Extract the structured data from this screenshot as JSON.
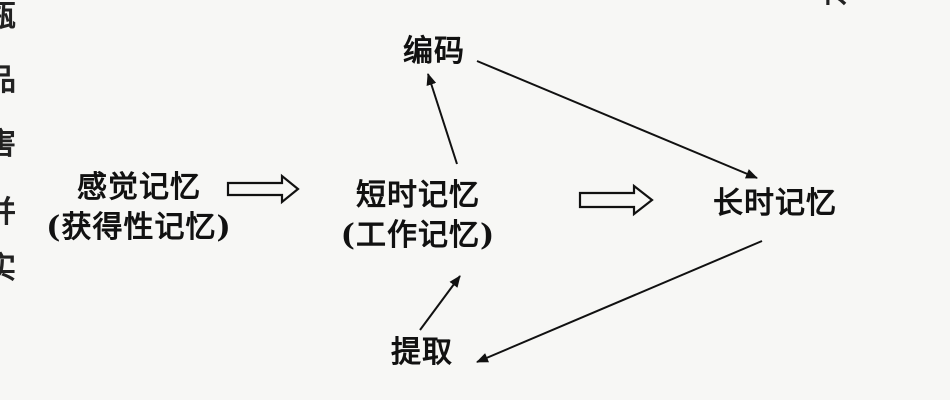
{
  "diagram": {
    "nodes": {
      "sensory": {
        "line1": "感觉记忆",
        "line2": "(获得性记忆)"
      },
      "short_term": {
        "line1": "短时记忆",
        "line2": "(工作记忆)"
      },
      "long_term": {
        "line1": "长时记忆"
      },
      "encode": {
        "label": "编码"
      },
      "retrieve": {
        "label": "提取"
      }
    },
    "edges": [
      {
        "from": "sensory",
        "to": "short_term",
        "style": "double-arrow"
      },
      {
        "from": "short_term",
        "to": "long_term",
        "style": "double-arrow"
      },
      {
        "from": "short_term",
        "to": "encode",
        "style": "arrow"
      },
      {
        "from": "encode",
        "to": "long_term",
        "style": "arrow"
      },
      {
        "from": "long_term",
        "to": "retrieve",
        "style": "arrow"
      },
      {
        "from": "retrieve",
        "to": "short_term",
        "style": "arrow"
      }
    ]
  },
  "bleed_through": {
    "left_margin_chars": [
      "瓶",
      "品",
      "害",
      "并",
      "实"
    ],
    "top_right_fragment": "传"
  }
}
